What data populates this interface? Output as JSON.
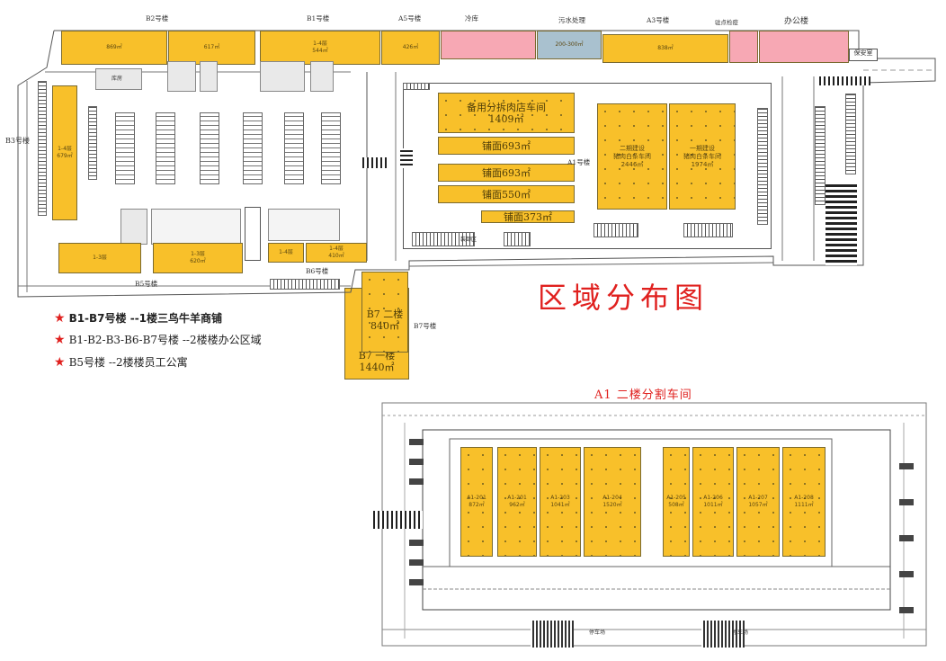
{
  "top_labels": {
    "b2": "B2号楼",
    "b1": "B1号楼",
    "a5": "A5号楼",
    "cold": "冷库",
    "sewage": "污水处理",
    "a3": "A3号楼",
    "inspect": "驻点检疫",
    "office": "办公楼",
    "guard": "保安室",
    "b3": "B3号楼",
    "b6": "B6号楼",
    "b5": "B5号楼",
    "b7": "B7号楼",
    "a1": "A1号楼"
  },
  "top_row": {
    "b2_left_area": "869㎡",
    "b2_right_area": "617㎡",
    "b1_floor": "1-4层",
    "b1_area": "544㎡",
    "a5_area": "426㎡",
    "sewage_area": "200-300㎡",
    "a3_area": "838㎡"
  },
  "b3": {
    "floor": "1-4层",
    "area": "679㎡"
  },
  "b5": {
    "left": "1-3层",
    "right_floor": "1-3层",
    "right_area": "620㎡"
  },
  "b6": {
    "left": "1-4层",
    "right_floor": "1-4层",
    "right_area": "410㎡"
  },
  "b7": {
    "upper_name": "B7 二楼",
    "upper_area": "840㎡",
    "lower_name": "B7 一楼",
    "lower_area": "1440㎡"
  },
  "a1_units": [
    {
      "name": "备用分拆肉店车间",
      "area": "1409㎡"
    },
    {
      "name": "铺面693㎡"
    },
    {
      "name": "铺面693㎡"
    },
    {
      "name": "铺面550㎡"
    },
    {
      "name": "铺面373㎡"
    }
  ],
  "phase2": {
    "title": "二期建设",
    "sub": "猪肉白条车间",
    "area": "2446㎡"
  },
  "phase1": {
    "title": "一期建设",
    "sub": "猪肉白条车间",
    "area": "1974㎡"
  },
  "small_labels": {
    "warehouse": "库房",
    "parking": "停车场",
    "loading": "装卸区"
  },
  "map_title": "区域分布图",
  "legend": [
    {
      "star": "★",
      "text": "B1-B7号楼 --1楼三鸟牛羊商铺"
    },
    {
      "star": "★",
      "text": "B1-B2-B3-B6-B7号楼 --2楼楼办公区域"
    },
    {
      "star": "★",
      "text": "B5号楼 --2楼楼员工公寓"
    }
  ],
  "a1_floor2": {
    "title": "A1 二楼分割车间",
    "units": [
      {
        "id": "A1-201",
        "area": "872㎡"
      },
      {
        "id": "A1-201",
        "area": "962㎡"
      },
      {
        "id": "A1-203",
        "area": "1041㎡"
      },
      {
        "id": "A1-204",
        "area": "1520㎡"
      },
      {
        "id": "A1-205",
        "area": "508㎡"
      },
      {
        "id": "A1-206",
        "area": "1011㎡"
      },
      {
        "id": "A1-207",
        "area": "1057㎡"
      },
      {
        "id": "A1-208",
        "area": "1111㎡"
      }
    ]
  },
  "colors": {
    "unit": "#f8c02a",
    "pink": "#f7a8b4",
    "blue": "#a9c1cf",
    "title_red": "#e0201e"
  }
}
